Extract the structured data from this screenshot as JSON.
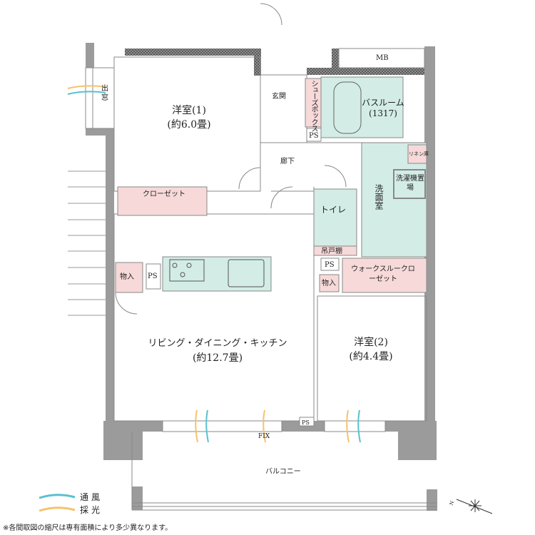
{
  "rooms": {
    "western1": {
      "name": "洋室(1)",
      "size": "(約6.0畳)"
    },
    "western2": {
      "name": "洋室(2)",
      "size": "(約4.4畳)"
    },
    "ldk": {
      "name": "リビング・ダイニング・キッチン",
      "size": "(約12.7畳)"
    },
    "bath": {
      "name": "バスルーム",
      "size": "(1317)"
    },
    "entrance": "玄関",
    "corridor": "廊下",
    "shoebox": "シューズボックス",
    "toilet": "トイレ",
    "washroom": "洗面室",
    "washer": "洗濯機置場",
    "linen": "リネン庫",
    "hanging_cabinet": "吊戸棚",
    "wic": "ウォークスルークローゼット",
    "closet": "クローゼット",
    "storage": "物入",
    "ps": "PS",
    "mb": "MB",
    "bay_window": "出窓",
    "fix": "FIX",
    "balcony": "バルコニー"
  },
  "legend": {
    "ventilation": "通風",
    "daylight": "採光"
  },
  "colors": {
    "wet": "#d3ece6",
    "storage": "#f7d9d9",
    "wall": "#9b9b9b",
    "wind": "#5bc0d0",
    "light": "#f5c36b"
  },
  "footnote": "※各間取図の縮尺は専有面積により多少異なります。",
  "compass": "N"
}
